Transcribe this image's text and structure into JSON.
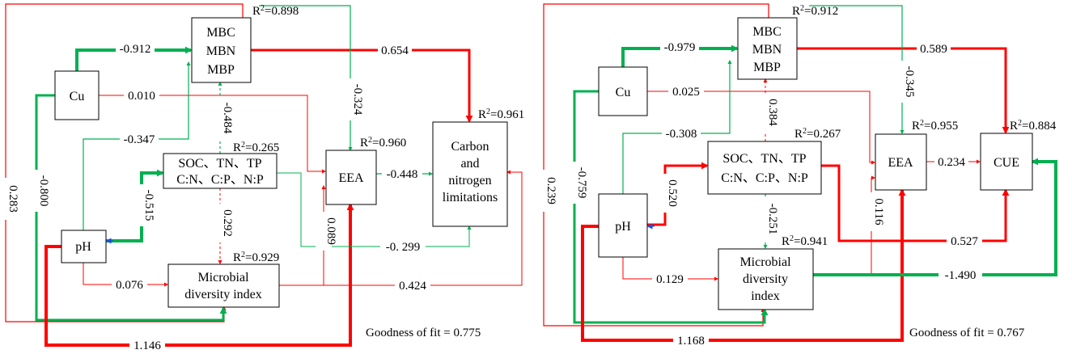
{
  "colors": {
    "positive": "#ff0000",
    "negative": "#00b050",
    "box_border": "#000000"
  },
  "left": {
    "nodes": {
      "cu": "Cu",
      "ph": "pH",
      "mb": [
        "MBC",
        "MBN",
        "MBP"
      ],
      "soc": [
        "SOC、TN、TP",
        "C:N、C:P、N:P"
      ],
      "eea": "EEA",
      "cnl": [
        "Carbon",
        "and",
        "nitrogen",
        "limitations"
      ],
      "mdi": [
        "Microbial",
        "diversity index"
      ]
    },
    "r2": {
      "mb": "=0.898",
      "soc": "=0.265",
      "eea": "=0.960",
      "cnl": "=0.961",
      "mdi": "=0.929"
    },
    "paths": {
      "cu_mb": "-0.912",
      "mb_cnl": "0.654",
      "mb_eea": "-0.324",
      "cu_eea": "0.010",
      "ph_mb": "-0.347",
      "soc_mb": "-0.484",
      "ph_soc": "-0.515",
      "soc_mdi": "0.292",
      "mdi_eea": "0.089",
      "eea_cnl": "-0.448",
      "soc_cnl": "-0. 299",
      "ph_mdi": "0.076",
      "mdi_cnl": "0.424",
      "ph_eea": "1.146",
      "cu_mdi": "-0.800",
      "outer": "0.283"
    },
    "goodness": "Goodness of fit = 0.775"
  },
  "right": {
    "nodes": {
      "cu": "Cu",
      "ph": "pH",
      "mb": [
        "MBC",
        "MBN",
        "MBP"
      ],
      "soc": [
        "SOC、TN、TP",
        "C:N、C:P、N:P"
      ],
      "eea": "EEA",
      "cue": "CUE",
      "mdi": [
        "Microbial",
        "diversity",
        "index"
      ]
    },
    "r2": {
      "mb": "=0.912",
      "soc": "=0.267",
      "eea": "=0.955",
      "cue": "=0.884",
      "mdi": "=0.941"
    },
    "paths": {
      "cu_mb": "-0.979",
      "mb_cue": "0.589",
      "mb_eea": "-0.345",
      "cu_eea": "0.025",
      "ph_mb": "-0.308",
      "soc_mb": "0.384",
      "ph_soc": "0.520",
      "soc_mdi": "-0.251",
      "mdi_eea": "0.116",
      "eea_cue": "0.234",
      "soc_cue": "0.527",
      "ph_mdi": "0.129",
      "mdi_cue": "-1.490",
      "ph_eea": "1.168",
      "cu_mdi": "-0.759",
      "outer": "0.239"
    },
    "goodness": "Goodness of fit = 0.767"
  }
}
